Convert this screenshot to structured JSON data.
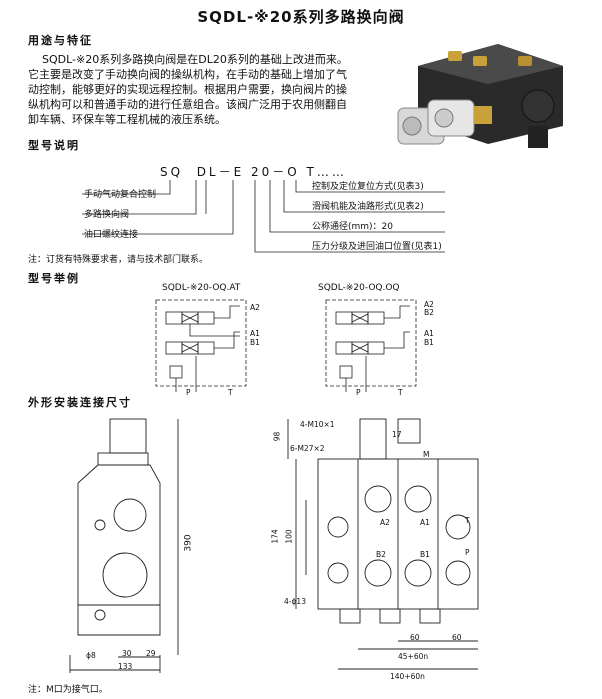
{
  "title": "SQDL-※20系列多路换向阀",
  "usage": {
    "heading": "用途与特征",
    "lines": [
      "SQDL-※20系列多路换向阀是在DL20系列的基础上改进而来。",
      "它主要是改变了手动换向阀的操纵机构，在手动的基础上增加了气",
      "动控制，能够更好的实现远程控制。根据用户需要，换向阀片的操",
      "纵机构可以和普通手动的进行任意组合。该阀广泛用于农用侧翻自",
      "卸车辆、环保车等工程机械的液压系统。"
    ]
  },
  "model": {
    "heading": "型号说明",
    "code": "SQ  DL－E 20－O T……",
    "left_labels": [
      "手动气动复合控制",
      "多路换向阀",
      "油口螺纹连接"
    ],
    "right_labels": [
      "控制及定位复位方式(见表3)",
      "滑阀机能及油路形式(见表2)",
      "公称通径(mm)：20",
      "压力分级及进回油口位置(见表1)"
    ],
    "note": "注：订货有特殊要求者，请与技术部门联系。"
  },
  "examples": {
    "heading": "型号举例",
    "ex1": "SQDL-※20-OQ.AT",
    "ex2": "SQDL-※20-OQ.OQ",
    "ports_a2": "A2",
    "ports_a1": "A1",
    "ports_b1": "B1",
    "ports_b2": "B2",
    "port_p": "P",
    "port_t": "T"
  },
  "dimensions": {
    "heading": "外形安装连接尺寸",
    "d390": "390",
    "d98": "98",
    "d174": "174",
    "d100": "100",
    "d17": "17",
    "d133": "133",
    "d30": "30",
    "d29": "29",
    "d60a": "60",
    "d60b": "60",
    "d45n": "45+60n",
    "d140n": "140+60n",
    "phi8": "ϕ8",
    "m10": "4-M10×1",
    "m27": "6-M27×2",
    "phi13": "4-ϕ13",
    "port_m": "M",
    "port_t": "T",
    "port_p": "P",
    "port_a1": "A1",
    "port_a2": "A2",
    "port_b1": "B1",
    "port_b2": "B2",
    "note": "注：M口为接气口。"
  }
}
